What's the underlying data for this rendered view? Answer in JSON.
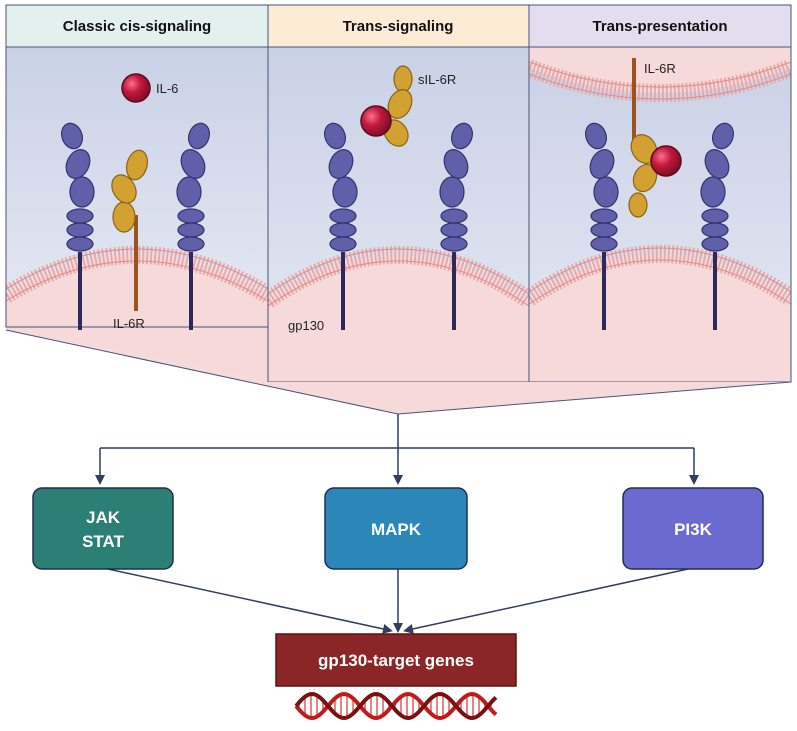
{
  "panels": [
    {
      "title": "Classic cis-signaling",
      "header_color": "#e3f1ee"
    },
    {
      "title": "Trans-signaling",
      "header_color": "#fcecd6"
    },
    {
      "title": "Trans-presentation",
      "header_color": "#e2def0"
    }
  ],
  "labels": {
    "il6": "IL-6",
    "il6r_classic": "IL-6R",
    "sil6r": "sIL-6R",
    "gp130": "gp130",
    "il6r_trans": "IL-6R"
  },
  "pathways": [
    {
      "lines": [
        "JAK",
        "STAT"
      ],
      "color": "#2b7f74"
    },
    {
      "lines": [
        "MAPK"
      ],
      "color": "#2a87b8"
    },
    {
      "lines": [
        "PI3K"
      ],
      "color": "#6a6ad0"
    }
  ],
  "target": {
    "label": "gp130-target genes",
    "color": "#8b2626"
  },
  "colors": {
    "receptor": "#6060aa",
    "receptor_stalk": "#2c2a5c",
    "il6r": "#d3a032",
    "il6r_stalk": "#9b5420",
    "ligand": "#b8173c",
    "membrane": "#e9a9a9",
    "cytoplasm": "#f6dada",
    "extracellular": "#d0d7ea",
    "arrow": "#2f3f60",
    "dna": "#c11a1a"
  }
}
